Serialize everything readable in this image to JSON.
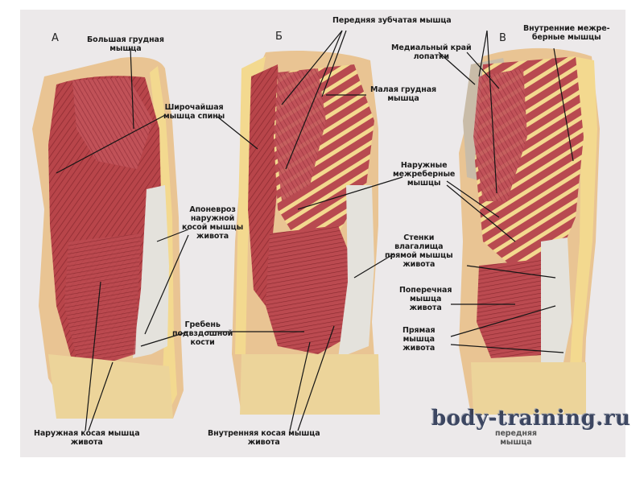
{
  "panels": {
    "a": "А",
    "b": "Б",
    "v": "В"
  },
  "labels": {
    "pectoralis_major": [
      "Большая грудная",
      "мышца"
    ],
    "serratus_anterior": [
      "Передняя зубчатая мышца"
    ],
    "internal_intercostal": [
      "Внутренние межре-",
      "берные мышцы"
    ],
    "scapula_medial_border": [
      "Медиальный край",
      "лопатки"
    ],
    "pectoralis_minor": [
      "Малая грудная",
      "мышца"
    ],
    "latissimus_dorsi": [
      "Широчайшая",
      "мышца спины"
    ],
    "external_intercostal": [
      "Наружные",
      "межреберные",
      "мышцы"
    ],
    "aponeurosis": [
      "Апоневроз",
      "наружной",
      "косой мышцы",
      "живота"
    ],
    "rectus_sheath": [
      "Стенки",
      "влагалища",
      "прямой мышцы",
      "живота"
    ],
    "transverse_abdominis": [
      "Поперечная",
      "мышца",
      "живота"
    ],
    "iliac_crest": [
      "Гребень",
      "подвздошной",
      "кости"
    ],
    "rectus_abdominis": [
      "Прямая",
      "мышца",
      "живота"
    ],
    "external_oblique": [
      "Наружная косая мышца",
      "живота"
    ],
    "internal_oblique": [
      "Внутренняя косая мышца",
      "живота"
    ],
    "bottom_partial": [
      "передняя",
      "мышца"
    ]
  },
  "watermark": "body-training.ru",
  "colors": {
    "muscle": "#b9454a",
    "muscle_dark": "#8e2a30",
    "fat": "#f2d48a",
    "skin": "#e9c493",
    "fascia": "#e4e2dc",
    "background": "#ece9ea"
  }
}
